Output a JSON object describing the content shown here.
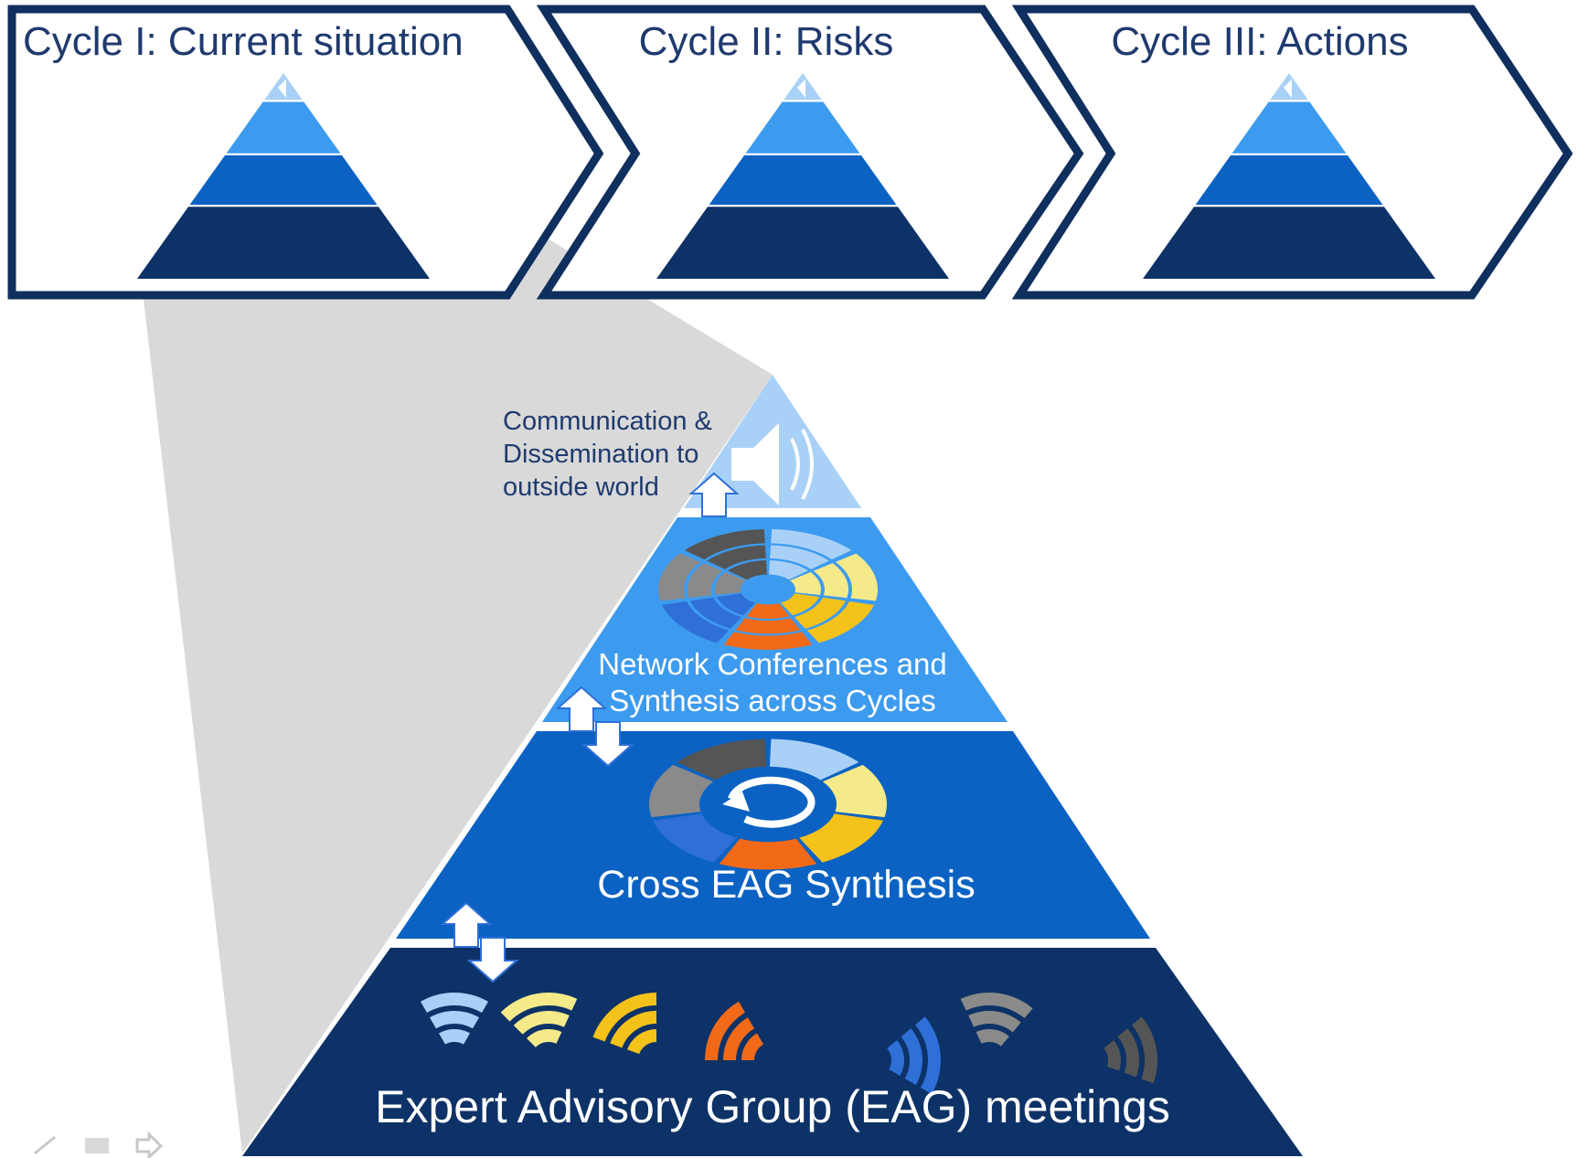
{
  "colors": {
    "frame": "#0f2f5e",
    "tier_top": "#a9d1f7",
    "tier_2": "#3d9bef",
    "tier_3": "#0b62c2",
    "tier_base": "#0d3267",
    "projection": "#d9d9d9",
    "text_dark": "#1f3a6e"
  },
  "cycles": [
    {
      "title": "Cycle I: Current situation"
    },
    {
      "title": "Cycle II: Risks"
    },
    {
      "title": "Cycle III: Actions"
    }
  ],
  "pyramid": {
    "communication_lines": [
      "Communication &",
      "Dissemination to",
      "outside world"
    ],
    "network_lines": [
      "Network Conferences and",
      "Synthesis across Cycles"
    ],
    "cross_eag": "Cross EAG Synthesis",
    "eag_meetings": "Expert Advisory Group (EAG) meetings"
  },
  "icons": {
    "speaker": "speaker-icon",
    "arrows": "double-arrow-icon",
    "cycle": "refresh-cycle-icon",
    "fans": "eag-fan-icon"
  },
  "fan_colors": [
    "#a9d1f7",
    "#f5ea8a",
    "#f5c21a",
    "#f26a17",
    "#2f6fd8",
    "#8a8a8a",
    "#555555"
  ]
}
